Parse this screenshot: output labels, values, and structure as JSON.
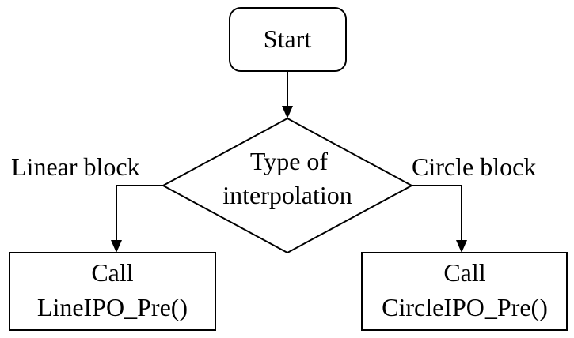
{
  "nodes": {
    "start": {
      "label": "Start"
    },
    "decision": {
      "line1": "Type of",
      "line2": "interpolation"
    },
    "linear_call": {
      "line1": "Call",
      "line2": "LineIPO_Pre()"
    },
    "circle_call": {
      "line1": "Call",
      "line2": "CircleIPO_Pre()"
    }
  },
  "edges": {
    "linear": {
      "label": "Linear block"
    },
    "circle": {
      "label": "Circle block"
    }
  }
}
